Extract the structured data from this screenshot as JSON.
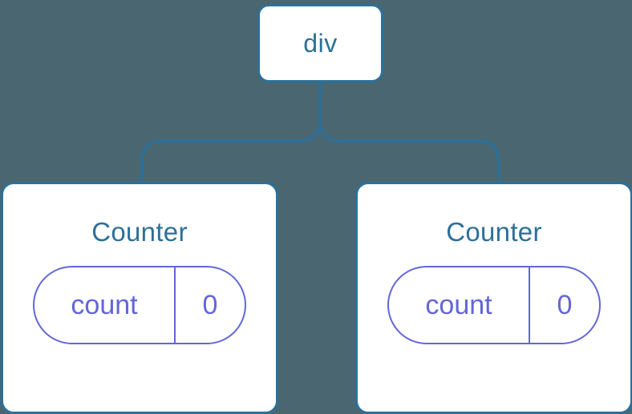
{
  "canvas": {
    "background_color": "#4a6670",
    "node_border_color": "#2c7099",
    "node_text_color": "#2c7099",
    "pill_color": "#6366d8",
    "connector_color": "#2c7099"
  },
  "tree": {
    "root": {
      "label": "div"
    },
    "children": [
      {
        "label": "Counter",
        "state": {
          "key": "count",
          "value": "0"
        }
      },
      {
        "label": "Counter",
        "state": {
          "key": "count",
          "value": "0"
        }
      }
    ]
  }
}
